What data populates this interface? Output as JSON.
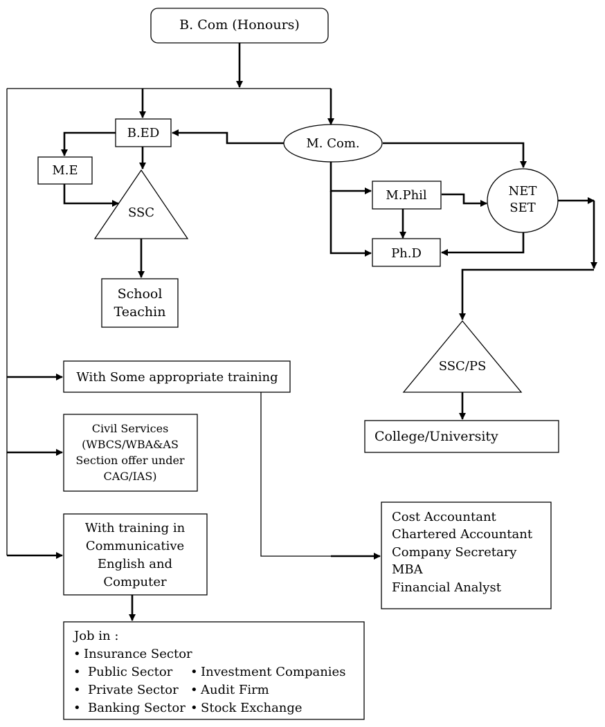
{
  "nodes": {
    "bcom": "B. Com (Honours)",
    "bed": "B.ED",
    "me": "M.E",
    "mcom": "M. Com.",
    "ssc": "SSC",
    "school_teaching": [
      "School",
      "Teachin"
    ],
    "mphil": "M.Phil",
    "net_set": [
      "NET",
      "SET"
    ],
    "phd": "Ph.D",
    "ssc_ps": "SSC/PS",
    "college_university": "College/University",
    "training": "With Some appropriate training",
    "civil_services": [
      "Civil Services",
      "(WBCS/WBA&AS",
      "Section offer under",
      "CAG/IAS)"
    ],
    "english_computer": [
      "With training in",
      "Communicative",
      "English and",
      "Computer"
    ],
    "professional": [
      "Cost Accountant",
      "Chartered Accountant",
      "Company Secretary",
      "MBA",
      "Financial Analyst"
    ],
    "jobs": {
      "heading": "Job in :",
      "bullet": "•",
      "full_width_item": "Insurance Sector",
      "left_column": [
        "Public Sector",
        "Private Sector",
        "Banking Sector"
      ],
      "right_column": [
        "Investment Companies",
        "Audit Firm",
        "Stock Exchange"
      ]
    }
  }
}
